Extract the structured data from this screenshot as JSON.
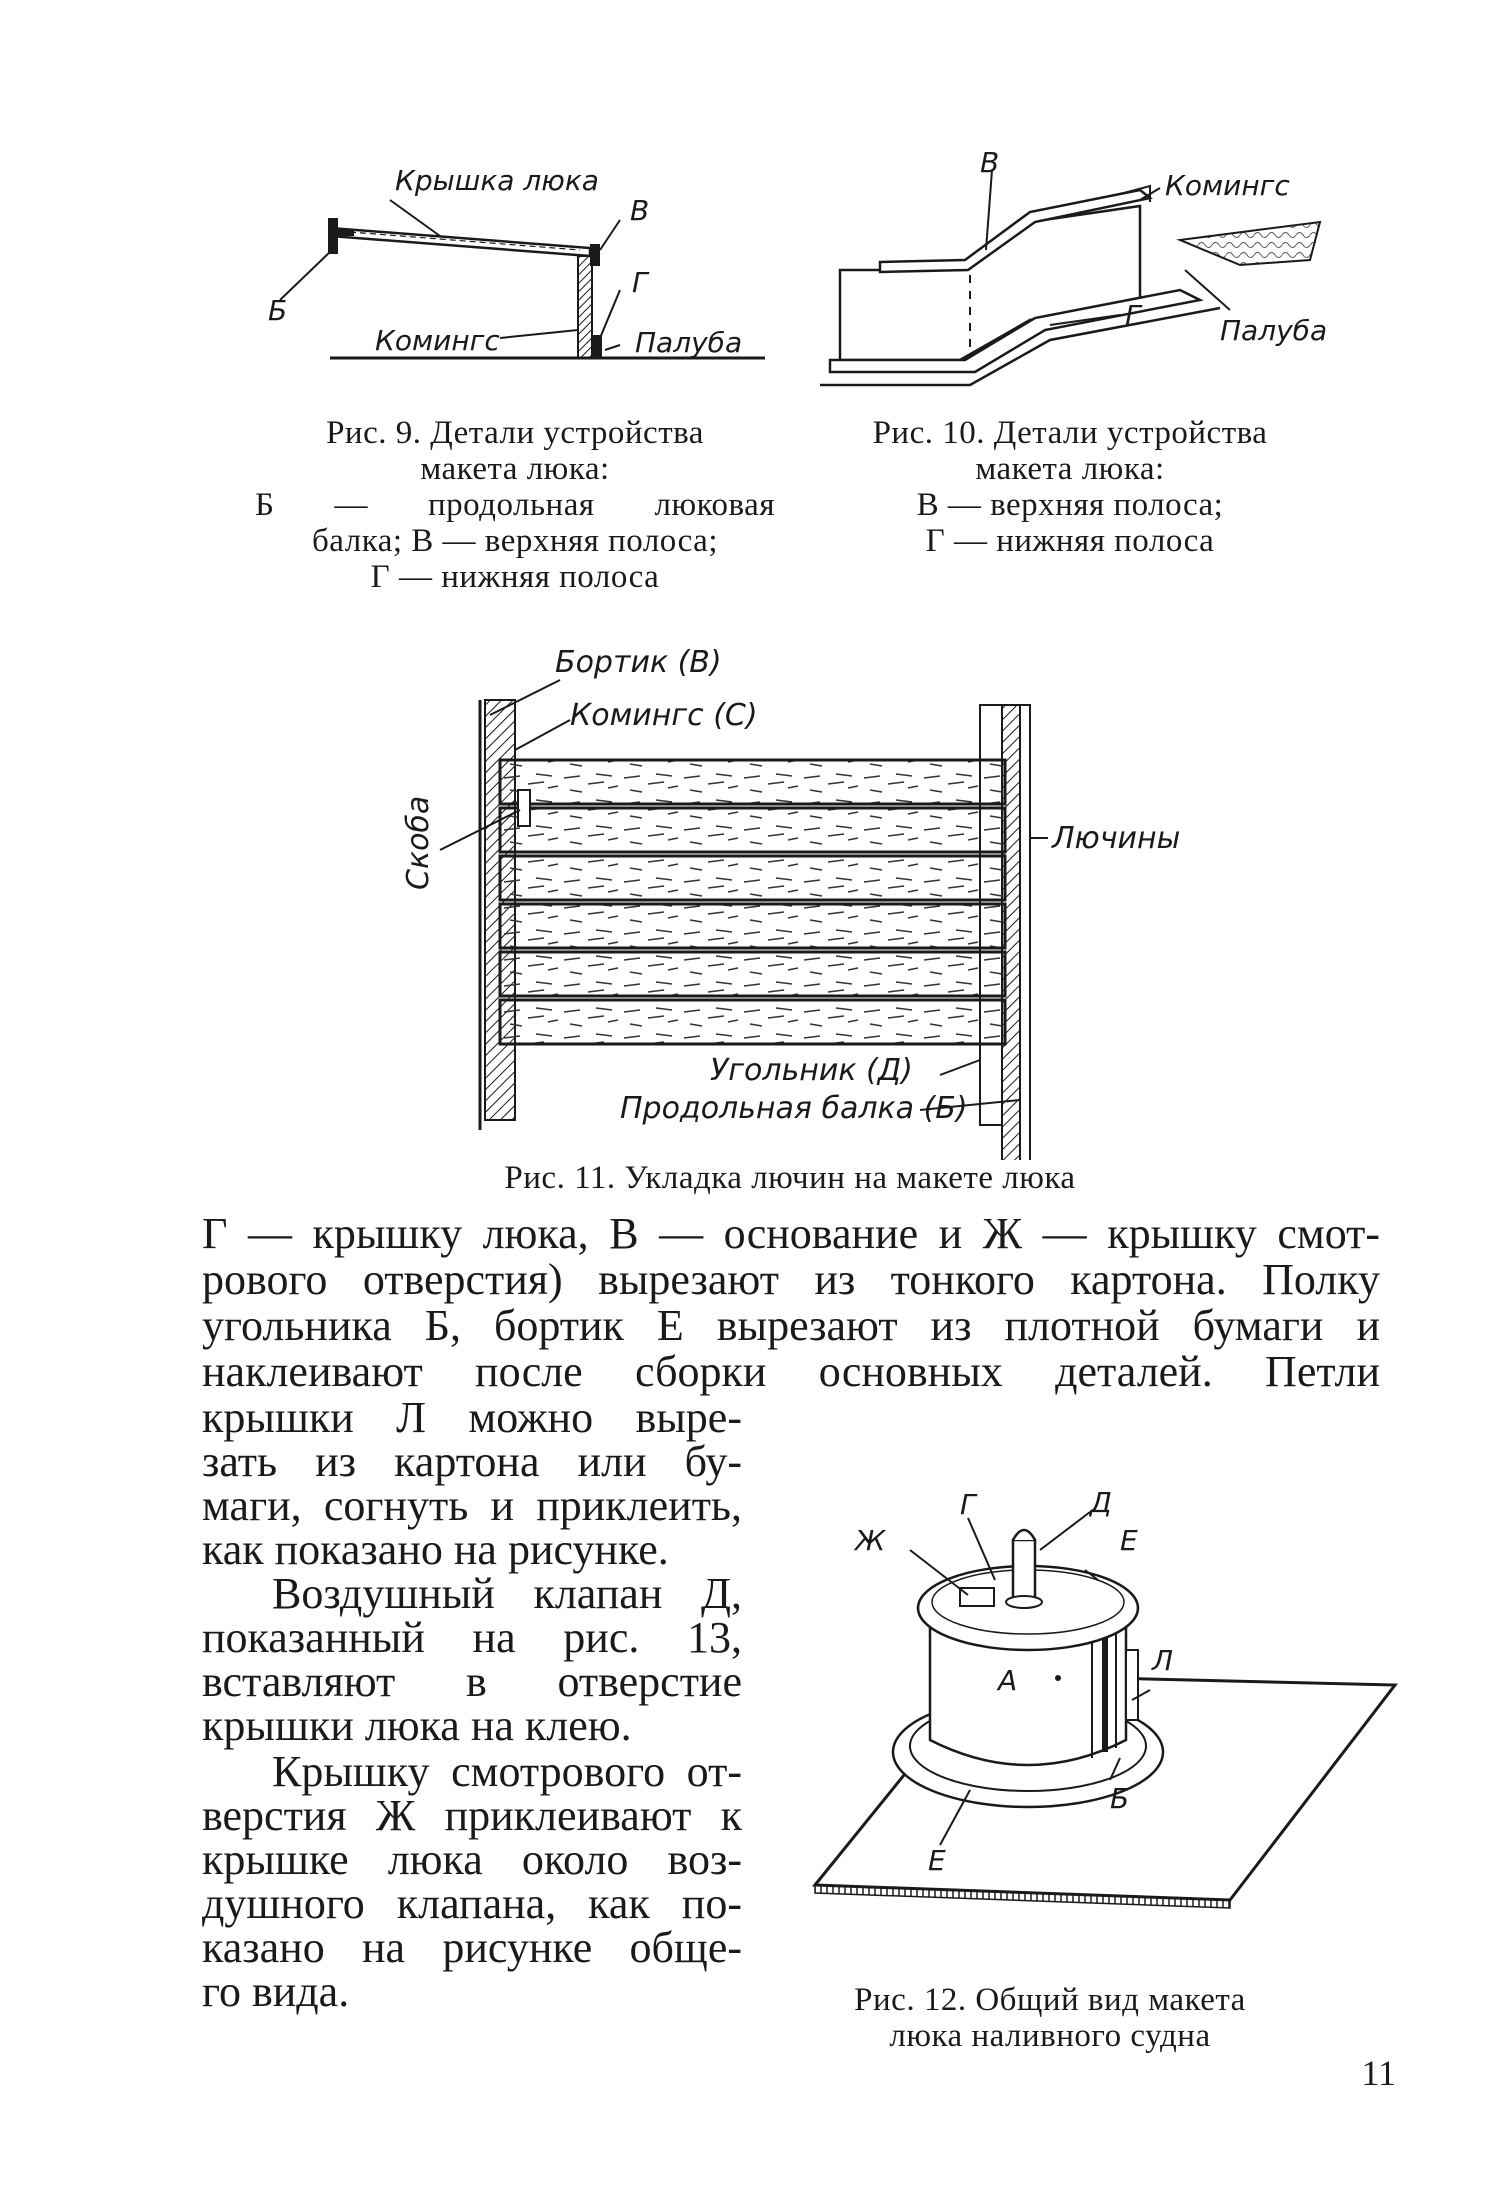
{
  "fig9": {
    "labels": {
      "cover": "Крышка люка",
      "b": "Б",
      "v": "В",
      "g": "Г",
      "coaming": "Комингс",
      "deck": "Палуба"
    },
    "caption": [
      "Рис. 9. Детали устройства",
      "макета люка:",
      "Б — продольная люковая",
      "балка; В — верхняя полоса;",
      "Г — нижняя полоса"
    ]
  },
  "fig10": {
    "labels": {
      "v": "В",
      "coaming": "Комингс",
      "g": "Г",
      "deck": "Палуба"
    },
    "caption": [
      "Рис. 10. Детали устройства",
      "макета люка:",
      "В — верхняя полоса;",
      "Г — нижняя полоса"
    ]
  },
  "fig11": {
    "labels": {
      "bortik": "Бортик (В)",
      "coaming": "Комингс (С)",
      "skoba": "Скоба",
      "hatch_boards": "Лючины",
      "angle": "Угольник (Д)",
      "beam": "Продольная балка (Б)"
    },
    "caption": "Рис. 11. Укладка лючин на макете люка"
  },
  "fig12": {
    "labels": {
      "g": "Г",
      "d_top": "Д",
      "zh": "Ж",
      "e_top": "Е",
      "l": "Л",
      "a": "А",
      "b": "Б",
      "e_bottom": "Е"
    },
    "caption": [
      "Рис. 12. Общий вид макета",
      "люка наливного судна"
    ]
  },
  "text": {
    "full_lines": [
      "Г — крышку люка, В — основание и Ж — крышку смот-",
      "рового отверстия) вырезают из тонкого картона. Полку",
      "угольника Б, бортик Е вырезают из плотной бумаги и",
      "наклеивают после сборки основных деталей. Петли"
    ],
    "column_lines": [
      "крышки Л можно выре-",
      "зать из картона или бу-",
      "маги, согнуть и приклеить,",
      "как показано на рисунке.",
      "Воздушный клапан Д,",
      "показанный на рис. 13,",
      "вставляют в отверстие",
      "крышки люка на клею.",
      "Крышку смотрового от-",
      "верстия Ж приклеивают к",
      "крышке люка около воз-",
      "душного клапана, как по-",
      "казано на рисунке обще-",
      "го вида."
    ]
  },
  "page_number": "11"
}
